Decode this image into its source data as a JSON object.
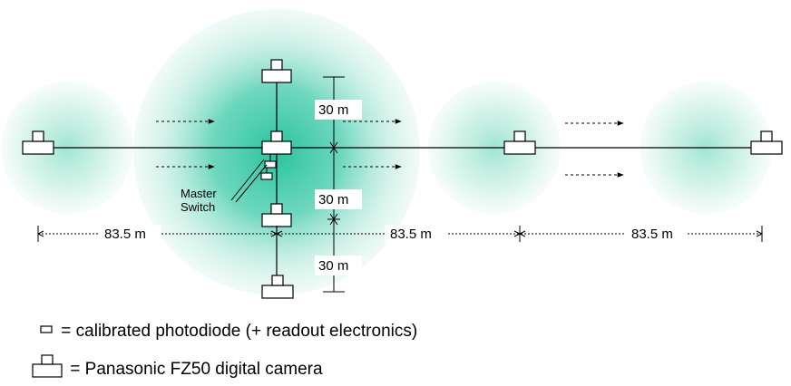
{
  "labels": {
    "vertical_spacing_top": "30 m",
    "vertical_spacing_middle": "30 m",
    "vertical_spacing_bottom": "30 m",
    "horizontal_spacing_1": "83.5 m",
    "horizontal_spacing_2": "83.5 m",
    "horizontal_spacing_3": "83.5 m",
    "master_switch_line1": "Master",
    "master_switch_line2": "Switch"
  },
  "legend": {
    "photodiode": "= calibrated photodiode (+ readout electronics)",
    "camera": "= Panasonic FZ50 digital camera"
  },
  "colors": {
    "glow": "#1fbf9a",
    "line": "#000000"
  }
}
